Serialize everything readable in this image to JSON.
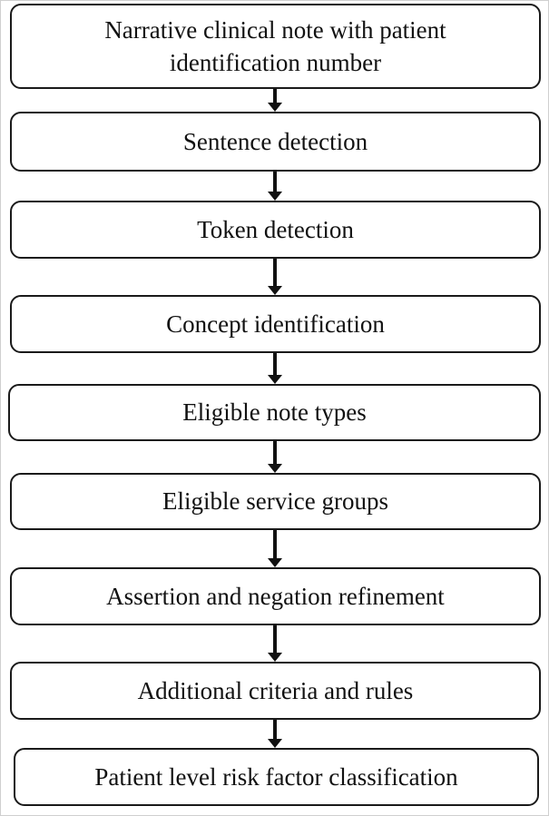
{
  "flowchart": {
    "steps": [
      {
        "label": "Narrative  clinical  note with patient identification  number"
      },
      {
        "label": "Sentence detection"
      },
      {
        "label": "Token detection"
      },
      {
        "label": "Concept identification"
      },
      {
        "label": "Eligible  note types"
      },
      {
        "label": "Eligible  service groups"
      },
      {
        "label": "Assertion and negation  refinement"
      },
      {
        "label": "Additional  criteria  and rules"
      },
      {
        "label": "Patient  level  risk factor classification"
      }
    ]
  }
}
